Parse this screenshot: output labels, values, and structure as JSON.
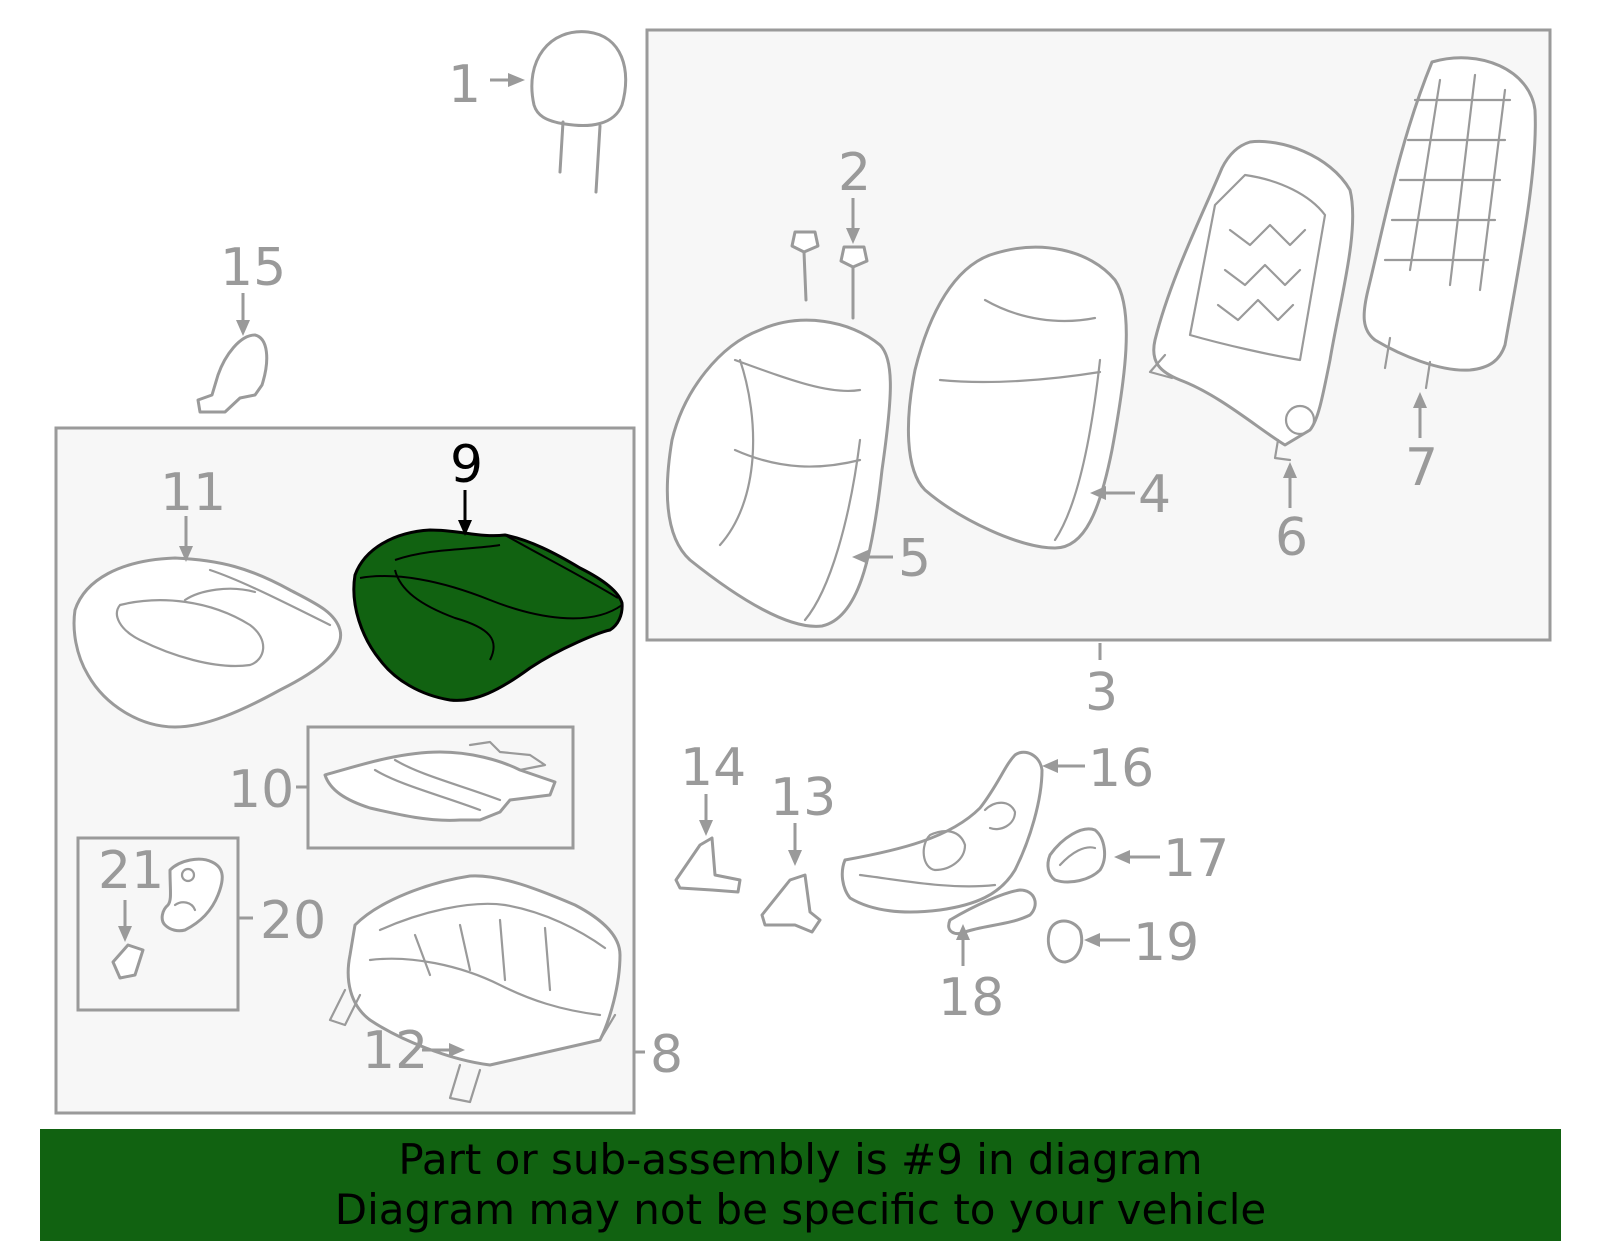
{
  "diagram": {
    "highlighted_part": "9",
    "highlight_color": "#116211",
    "line_color": "#9a9a9a",
    "callouts": {
      "c1": "1",
      "c2": "2",
      "c3": "3",
      "c4": "4",
      "c5": "5",
      "c6": "6",
      "c7": "7",
      "c8": "8",
      "c9": "9",
      "c10": "10",
      "c11": "11",
      "c12": "12",
      "c13": "13",
      "c14": "14",
      "c15": "15",
      "c16": "16",
      "c17": "17",
      "c18": "18",
      "c19": "19",
      "c20": "20",
      "c21": "21"
    }
  },
  "banner": {
    "line1": "Part or sub-assembly is #9 in diagram",
    "line2": "Diagram may not be specific to your vehicle"
  }
}
